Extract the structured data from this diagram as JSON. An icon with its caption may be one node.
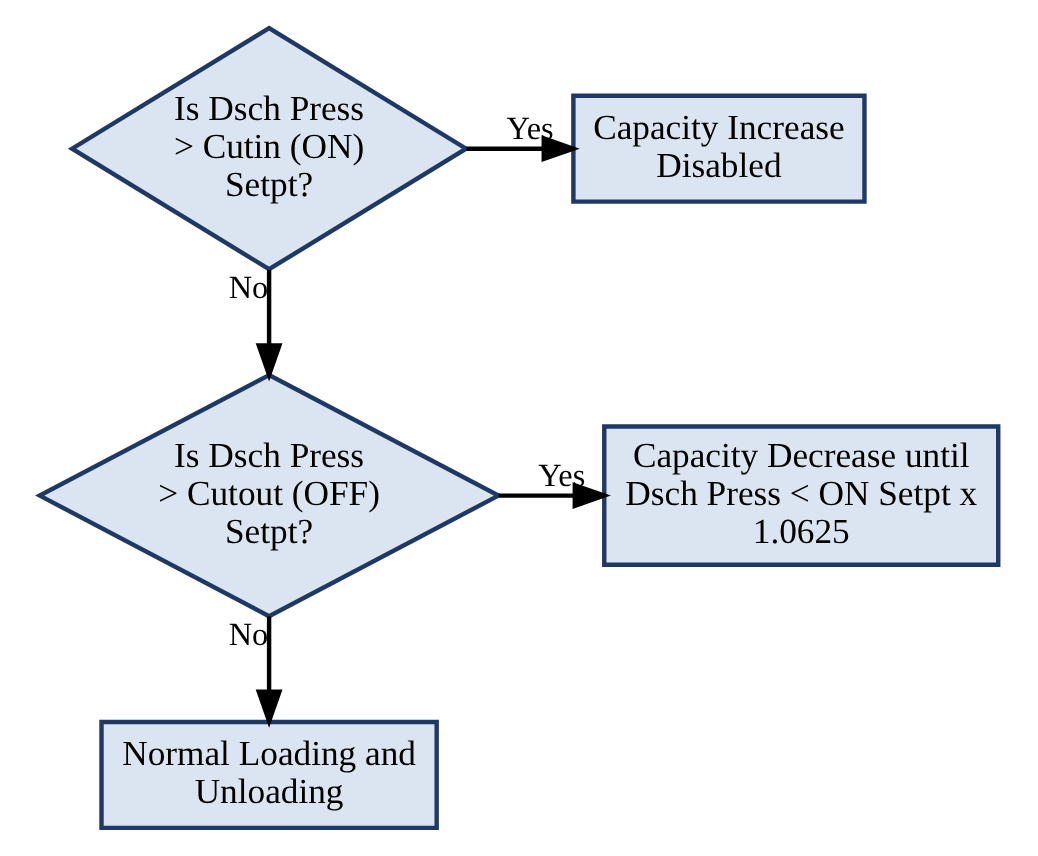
{
  "diagram": {
    "nodes": [
      {
        "text": [
          "Is Dsch Press > Cutin (ON) Setpt?"
        ]
      },
      {
        "text": [
          "Capacity Increase Disabled"
        ]
      },
      {
        "text": [
          "Is Dsch Press > Cutout (OFF) Setpt?"
        ]
      },
      {
        "text": [
          "Capacity Decrease until Dsch Press < ON Setpt x 1.0625"
        ]
      },
      {
        "text": [
          "Normal Loading and Unloading"
        ]
      }
    ],
    "edges": [
      {
        "from": 0,
        "to": 1,
        "arrow": "to",
        "label": "Yes"
      },
      {
        "from": 0,
        "to": 2,
        "arrow": "to",
        "label": "No"
      },
      {
        "from": 2,
        "to": 3,
        "arrow": "to",
        "label": "Yes"
      },
      {
        "from": 2,
        "to": 4,
        "arrow": "to",
        "label": "No"
      }
    ]
  }
}
